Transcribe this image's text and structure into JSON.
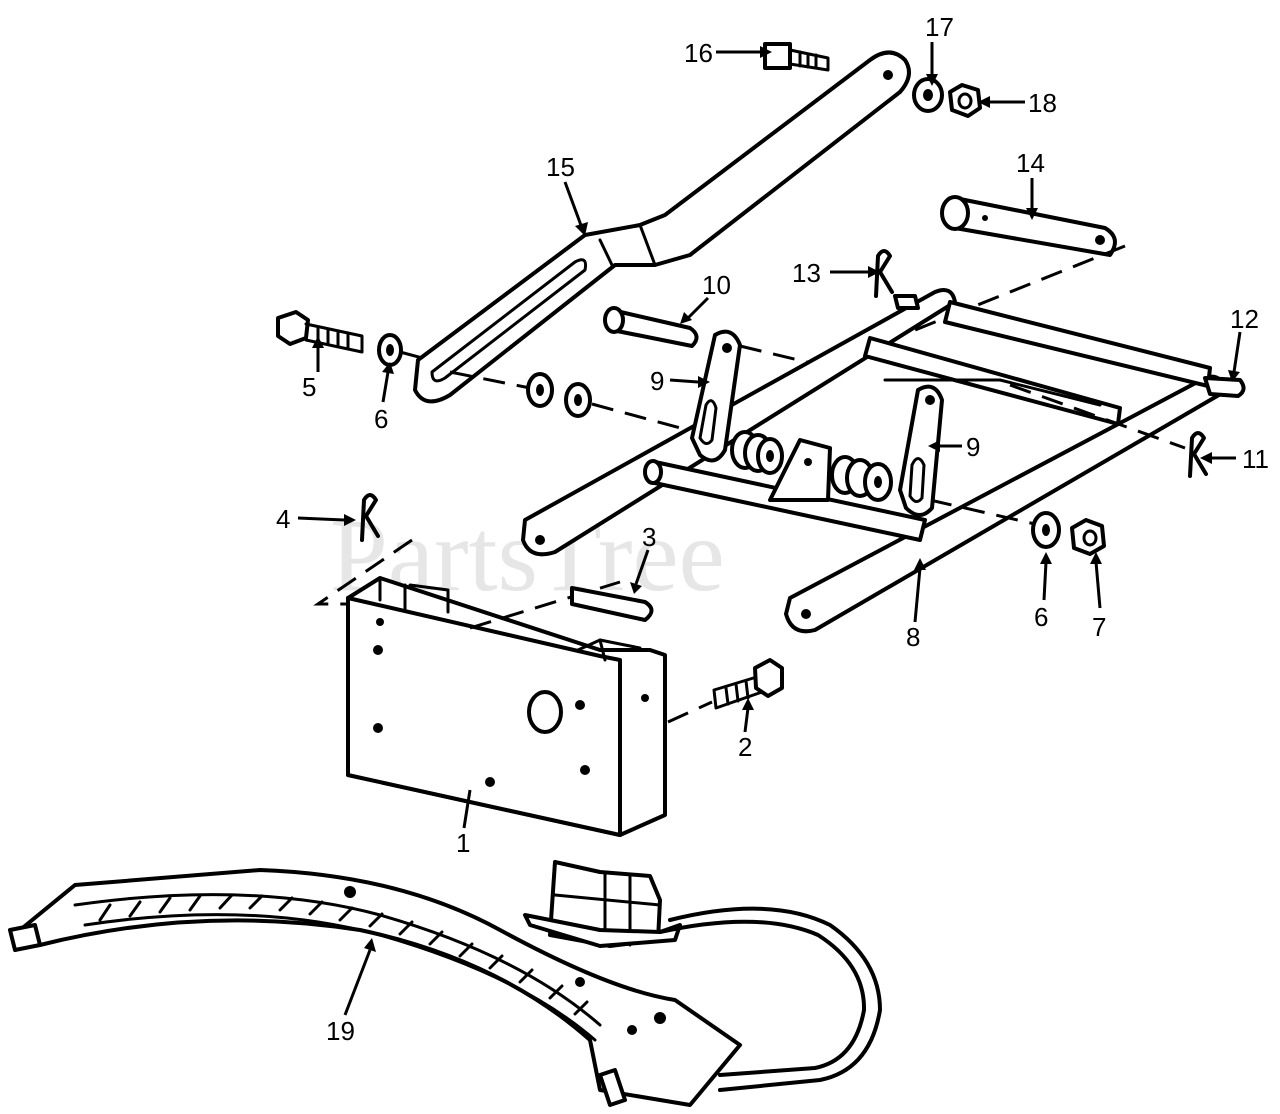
{
  "watermark": "PartsTree",
  "callouts": {
    "c1": "1",
    "c2": "2",
    "c3": "3",
    "c4": "4",
    "c5": "5",
    "c6a": "6",
    "c6b": "6",
    "c7": "7",
    "c8": "8",
    "c9a": "9",
    "c9b": "9",
    "c10": "10",
    "c11": "11",
    "c12": "12",
    "c13": "13",
    "c14": "14",
    "c15": "15",
    "c16": "16",
    "c17": "17",
    "c18": "18",
    "c19": "19"
  }
}
